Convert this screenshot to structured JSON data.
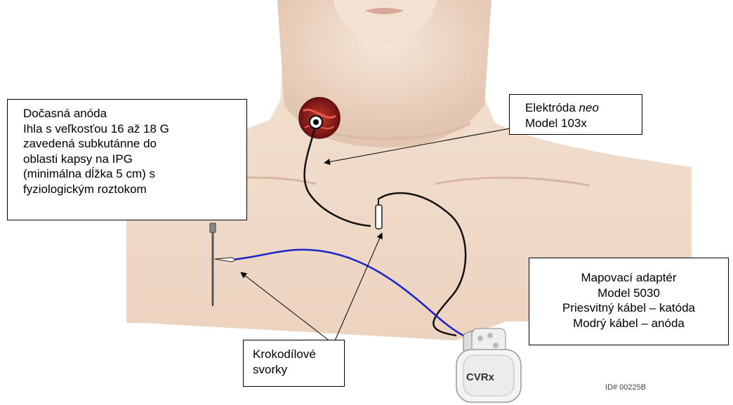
{
  "callouts": {
    "anode": {
      "lines": [
        "Dočasná anóda",
        "Ihla s veľkosťou 16 až 18 G",
        "zavedená subkutánne do",
        "oblasti kapsy na IPG",
        "(minimálna dĺžka 5 cm) s",
        "fyziologickým roztokom"
      ]
    },
    "lead": {
      "name_prefix": "Elektróda",
      "name_italic": "neo",
      "model": "Model 103x"
    },
    "adapter": {
      "lines": [
        "Mapovací adaptér",
        "Model 5030",
        "Priesvitný kábel – katóda",
        "Modrý kábel – anóda"
      ]
    },
    "clips": {
      "lines": [
        "Krokodílové",
        "svorky"
      ]
    }
  },
  "device": {
    "brand": "CVRx"
  },
  "footer": {
    "id_code": "ID# 00225B"
  },
  "colors": {
    "skin": "#f1dccb",
    "skin_shadow": "#dcbca6",
    "blue_cable": "#1c24c8",
    "black_cable": "#111111",
    "artery": "#8e1c1c",
    "device_metal": "#e8e8e8"
  }
}
